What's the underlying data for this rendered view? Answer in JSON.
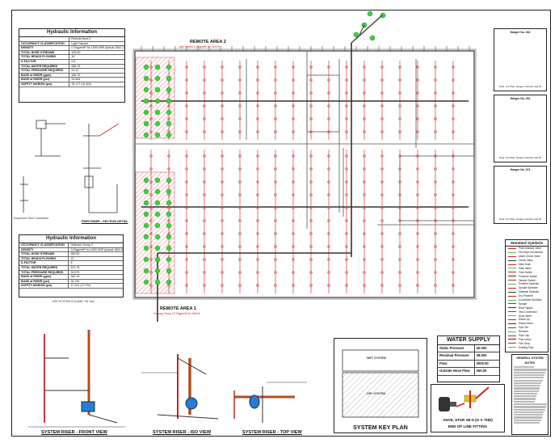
{
  "hydraulic_top": {
    "title": "Hydraulic Information",
    "rows": [
      [
        "",
        "Remote Area 2"
      ],
      [
        "OCCUPANCY CLASSIFICATION",
        "Light Hazard"
      ],
      [
        "DENSITY",
        "0.10gpm/ft² for 1500.00ft² (Actual 1542.13ft²)"
      ],
      [
        "TOTAL HOSE STREAMS",
        "100.00"
      ],
      [
        "TOTAL HEADS FLOWING",
        "16"
      ],
      [
        "K-FACTOR",
        "5.6"
      ],
      [
        "TOTAL WATER REQUIRED",
        "286.75"
      ],
      [
        "TOTAL PRESSURE REQUIRED",
        "34.12"
      ],
      [
        "BASE of RISER (gpm)",
        "186.75"
      ],
      [
        "BASE of RISER (psi)",
        "34.684"
      ],
      [
        "SAFETY MARGIN (psi)",
        "15.177 (31.6%)"
      ]
    ]
  },
  "hydraulic_bottom": {
    "title": "Hydraulic Information",
    "rows": [
      [
        "OCCUPANCY CLASSIFICATION",
        "Ordinary Group 2"
      ],
      [
        "DENSITY",
        "0.20gpm/ft² for 1500.00ft² (Actual 1503.57ft²)"
      ],
      [
        "TOTAL HOSE STREAMS",
        "250.00"
      ],
      [
        "TOTAL HEADS FLOWING",
        "12"
      ],
      [
        "K-FACTOR",
        "8"
      ],
      [
        "TOTAL WATER REQUIRED",
        "612.15"
      ],
      [
        "TOTAL PRESSURE REQUIRED",
        "33.874"
      ],
      [
        "BASE of RISER (gpm)",
        "362.15"
      ],
      [
        "BASE of RISER (psi)",
        "34.792"
      ],
      [
        "SAFETY MARGIN (psi)",
        "17.021 (17.2%)"
      ]
    ],
    "note": "DRY SYSTEM VOLUME: 751 GAL"
  },
  "remote_area_2": {
    "title": "REMOTE AREA 2",
    "sub": "Light Hazard 0.10gpm/ft² for 1500 ft²"
  },
  "remote_area_1": {
    "title": "REMOTE AREA 1",
    "sub": "Ordinary Group 2 0.20gpm/ft² for 1500 ft²"
  },
  "feed_riser": "FEED RISER - SECTION DETAIL",
  "inspector": "Inspectors Test Connection",
  "riser_captions": [
    "SYSTEM RISER - FRONT VIEW",
    "SYSTEM RISER - ISO VIEW",
    "SYSTEM RISER - TOP VIEW"
  ],
  "water_supply": {
    "title": "WATER SUPPLY",
    "rows": [
      [
        "Static Pressure",
        "40.000"
      ],
      [
        "Residual Pressure",
        "38.000"
      ],
      [
        "Flow",
        "2000.00"
      ],
      [
        "Outside Hose Flow",
        "250.00"
      ]
    ]
  },
  "key_plan": {
    "title": "SYSTEM KEY PLAN",
    "wet": "WET SYSTEM",
    "dry": "DRY SYSTEM"
  },
  "anvil": {
    "line1": "ANVIL STAR SE-5 (G X THD)",
    "line2": "END OF LINE FITTING"
  },
  "symbols": {
    "title": "Standard Symbols",
    "items": [
      "Post Indicator Valve",
      "Fire Dept Connection",
      "Alarm Check Valve",
      "Check Valve",
      "Main Drain",
      "Gate Valve",
      "Flow Switch",
      "Pressure Switch",
      "Tamper Switch",
      "Pendent Sprinkler",
      "Upright Sprinkler",
      "Sidewall Sprinkler",
      "Dry Pendent",
      "Concealed Sprinkler",
      "Hanger",
      "Riser Nipple",
      "Test Connection",
      "Drain Valve",
      "Elbow Up",
      "Elbow Down",
      "Pipe Tee",
      "Reducer",
      "Pipe Cap",
      "Pipe Union",
      "Flex Drop",
      "Existing Pipe"
    ]
  },
  "notes": {
    "title": "GENERAL SYSTEM NOTES"
  },
  "hangers": [
    {
      "title": "Hanger No. 404",
      "sub": "Note: For Plan, Hanger Number and ID"
    },
    {
      "title": "Hanger No. 402",
      "sub": "Note: For Plan, Hanger Number and ID"
    },
    {
      "title": "Hanger No. 373",
      "sub": "Note: For Plan, Hanger Number and ID"
    }
  ],
  "colors": {
    "pipe": "#d23b3b",
    "main": "#333333",
    "head": "#3fd13f",
    "hatch": "#e5a5a5",
    "grid": "#bbbbbb"
  }
}
